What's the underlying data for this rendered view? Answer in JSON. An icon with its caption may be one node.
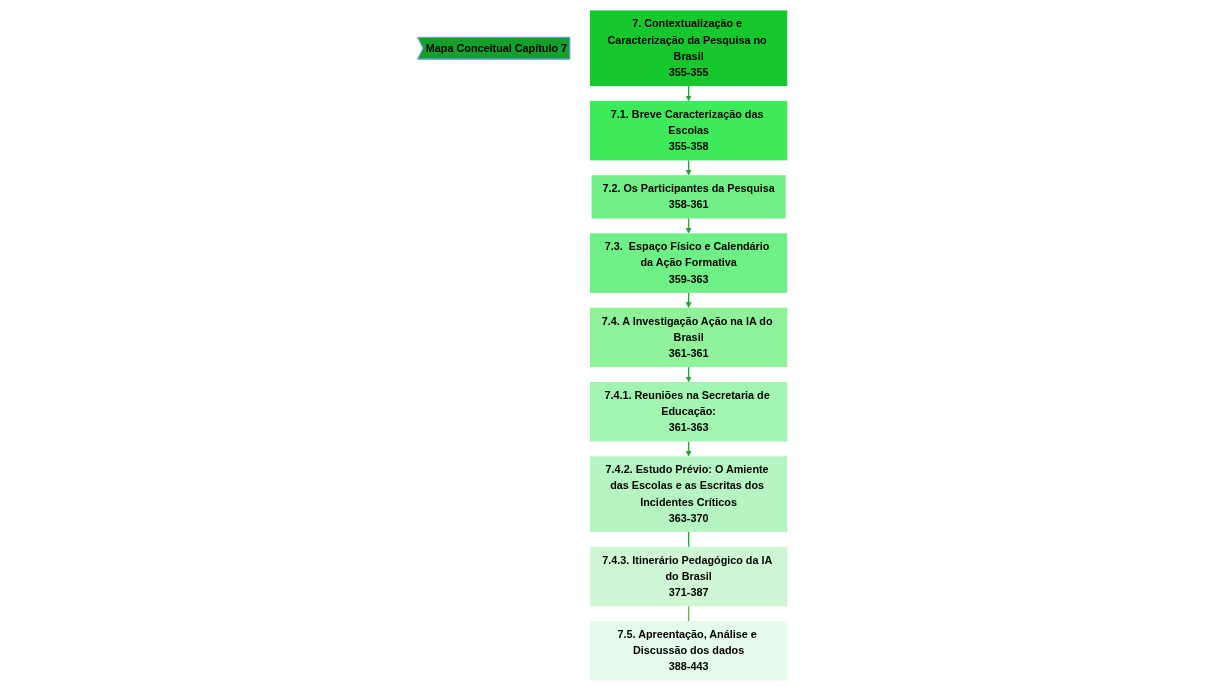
{
  "diagram": {
    "nodes": [
      {
        "text": [
          "Mapa Conceitual Capítulo 7"
        ]
      },
      {
        "text": [
          "7. Contextualização e Caracterização da Pesquisa no Brasil",
          "355-355"
        ]
      },
      {
        "text": [
          "7.1. Breve Caracterização das Escolas",
          "355-358"
        ]
      },
      {
        "text": [
          "7.2.  Os Participantes da Pesquisa",
          "358-361"
        ]
      },
      {
        "text": [
          "7.3.  Espaço Físico e Calendário da Ação Formativa",
          "359-363"
        ]
      },
      {
        "text": [
          "7.4. A Investigação Ação na IA do Brasil",
          "361-361"
        ]
      },
      {
        "text": [
          "7.4.1. Reuniões na Secretaria de Educação:",
          "361-363"
        ]
      },
      {
        "text": [
          "7.4.2. Estudo Prévio: O Amiente das Escolas e as Escritas dos Incidentes Críticos",
          "363-370"
        ]
      },
      {
        "text": [
          "7.4.3. Itinerário Pedagógico da IA do Brasil",
          "371-387"
        ]
      },
      {
        "text": [
          "7.5. Apreentação, Análise e Discussão dos dados",
          "388-443"
        ]
      }
    ],
    "edges": [
      {
        "from": 1,
        "to": 2,
        "arrow": "to"
      },
      {
        "from": 2,
        "to": 3,
        "arrow": "to"
      },
      {
        "from": 3,
        "to": 4,
        "arrow": "to"
      },
      {
        "from": 4,
        "to": 5,
        "arrow": "to"
      },
      {
        "from": 5,
        "to": 6,
        "arrow": "to"
      },
      {
        "from": 6,
        "to": 7,
        "arrow": "to"
      },
      {
        "from": 7,
        "to": 8,
        "arrow": "none"
      },
      {
        "from": 8,
        "to": 9,
        "arrow": "none",
        "color": "#70ad47"
      }
    ]
  }
}
